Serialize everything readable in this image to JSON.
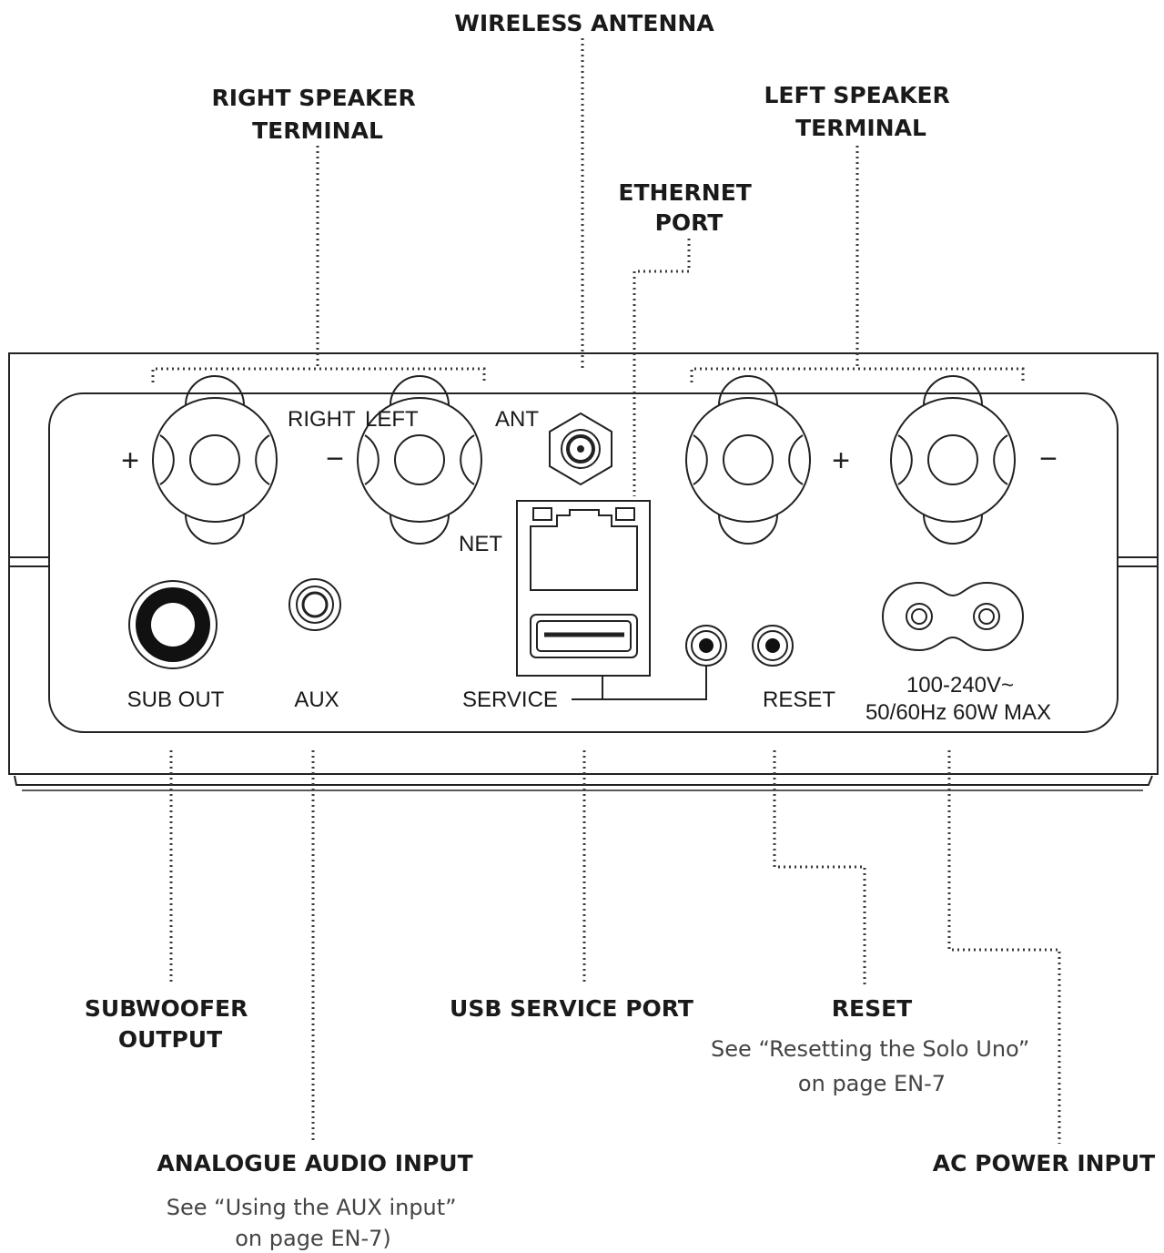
{
  "callouts": {
    "wireless_antenna": [
      "WIRELESS ANTENNA"
    ],
    "right_speaker_terminal": [
      "RIGHT SPEAKER",
      "TERMINAL"
    ],
    "left_speaker_terminal": [
      "LEFT SPEAKER",
      "TERMINAL"
    ],
    "ethernet_port": [
      "ETHERNET",
      "PORT"
    ],
    "subwoofer_output": [
      "SUBWOOFER",
      "OUTPUT"
    ],
    "usb_service_port": [
      "USB SERVICE PORT"
    ],
    "reset": [
      "RESET"
    ],
    "analogue_audio_input": [
      "ANALOGUE AUDIO INPUT"
    ],
    "ac_power_input": [
      "AC POWER INPUT"
    ]
  },
  "notes": {
    "reset": [
      "See “Resetting the Solo Uno”",
      "on page EN-7"
    ],
    "aux": [
      "See “Using the AUX input”",
      "on page EN-7)"
    ]
  },
  "panel_labels": {
    "right": "RIGHT",
    "left": "LEFT",
    "ant": "ANT",
    "net": "NET",
    "sub_out": "SUB OUT",
    "aux": "AUX",
    "service": "SERVICE",
    "reset": "RESET",
    "power_line1": "100-240V~",
    "power_line2": "50/60Hz 60W MAX"
  },
  "polarity_signs": {
    "right_plus": "+",
    "right_minus": "−",
    "left_plus": "+",
    "left_minus": "−"
  }
}
